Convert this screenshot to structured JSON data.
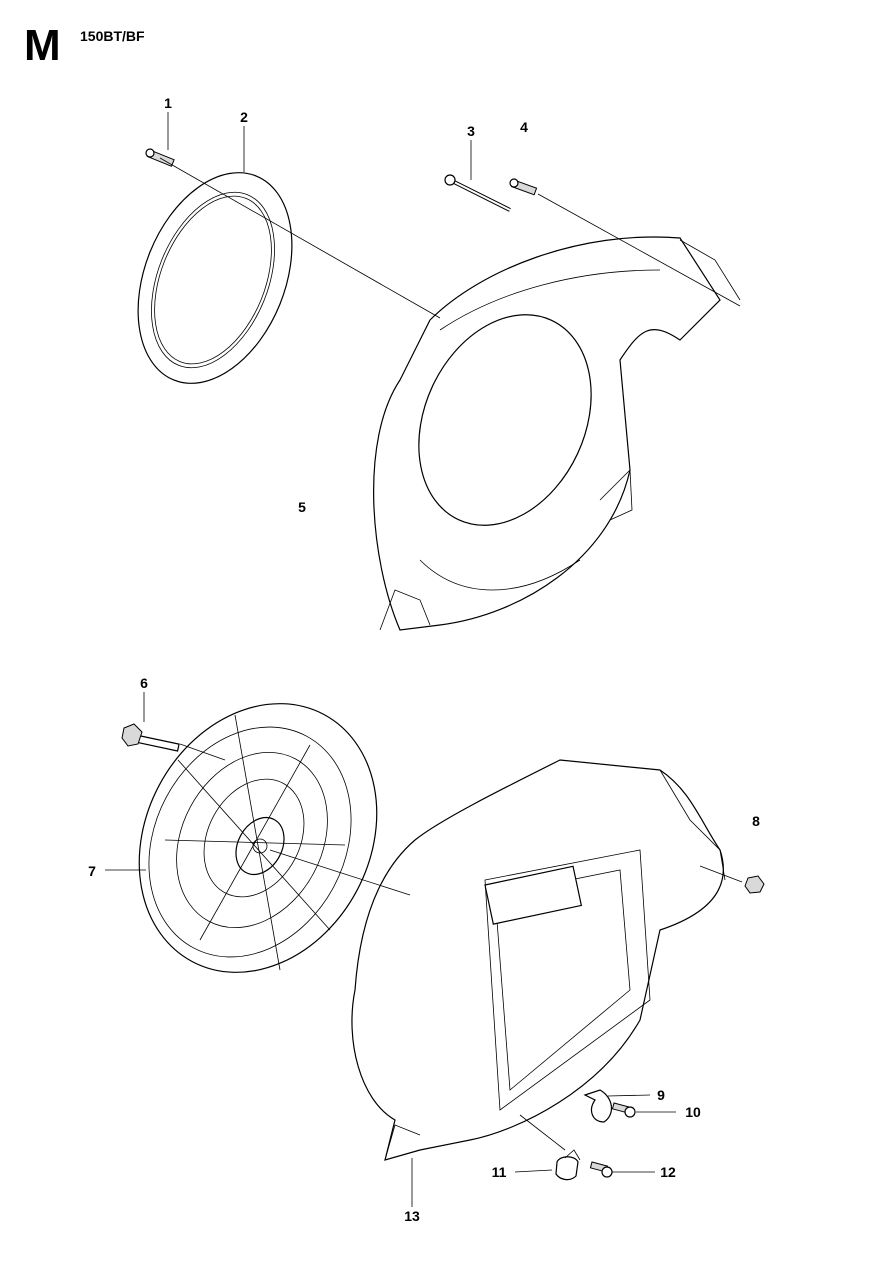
{
  "header": {
    "section": "M",
    "model": "150BT/BF"
  },
  "callouts": [
    "1",
    "2",
    "3",
    "4",
    "5",
    "6",
    "7",
    "8",
    "9",
    "10",
    "11",
    "12",
    "13"
  ]
}
